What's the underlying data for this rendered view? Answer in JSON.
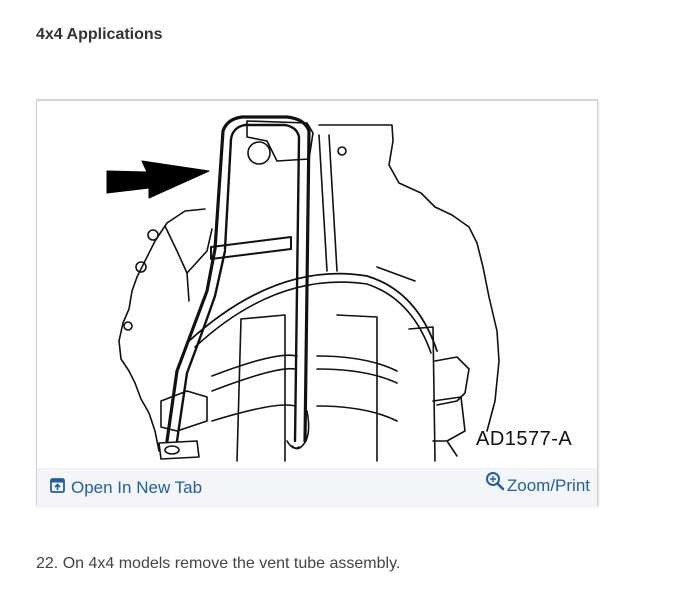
{
  "section": {
    "heading": "4x4 Applications"
  },
  "figure": {
    "code": "AD1577-A",
    "icons": {
      "pointer_arrow": "arrow-right-icon",
      "open_tab": "open-in-new-tab-icon",
      "zoom": "zoom-in-icon"
    },
    "footer": {
      "open_tab_label": "Open In New Tab",
      "zoom_print_label": "Zoom/Print"
    },
    "colors": {
      "link": "#1f5fa8",
      "footer_bg": "#f3f5f9",
      "border": "#cfcfcf"
    }
  },
  "step": {
    "text": "22. On 4x4 models remove the vent tube assembly."
  }
}
